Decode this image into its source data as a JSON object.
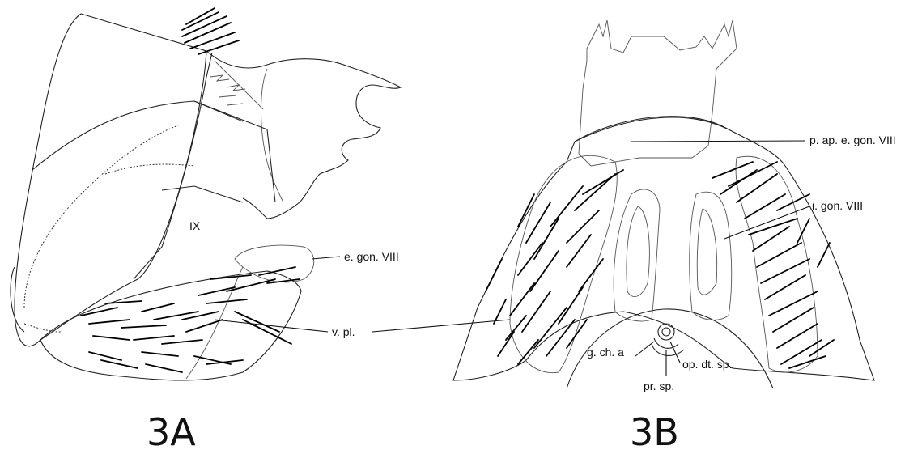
{
  "figures": [
    {
      "id": "3A",
      "caption": "3A"
    },
    {
      "id": "3B",
      "caption": "3B"
    }
  ],
  "labels": {
    "ix": "IX",
    "e_gon_viii": "e. gon. VIII",
    "v_pl": "v. pl.",
    "p_ap_e_gon_viii": "p. ap. e. gon. VIII",
    "i_gon_viii": "i. gon. VIII",
    "g_ch_a": "g. ch. a",
    "op_dt_sp": "op. dt. sp.",
    "pr_sp": "pr. sp."
  }
}
